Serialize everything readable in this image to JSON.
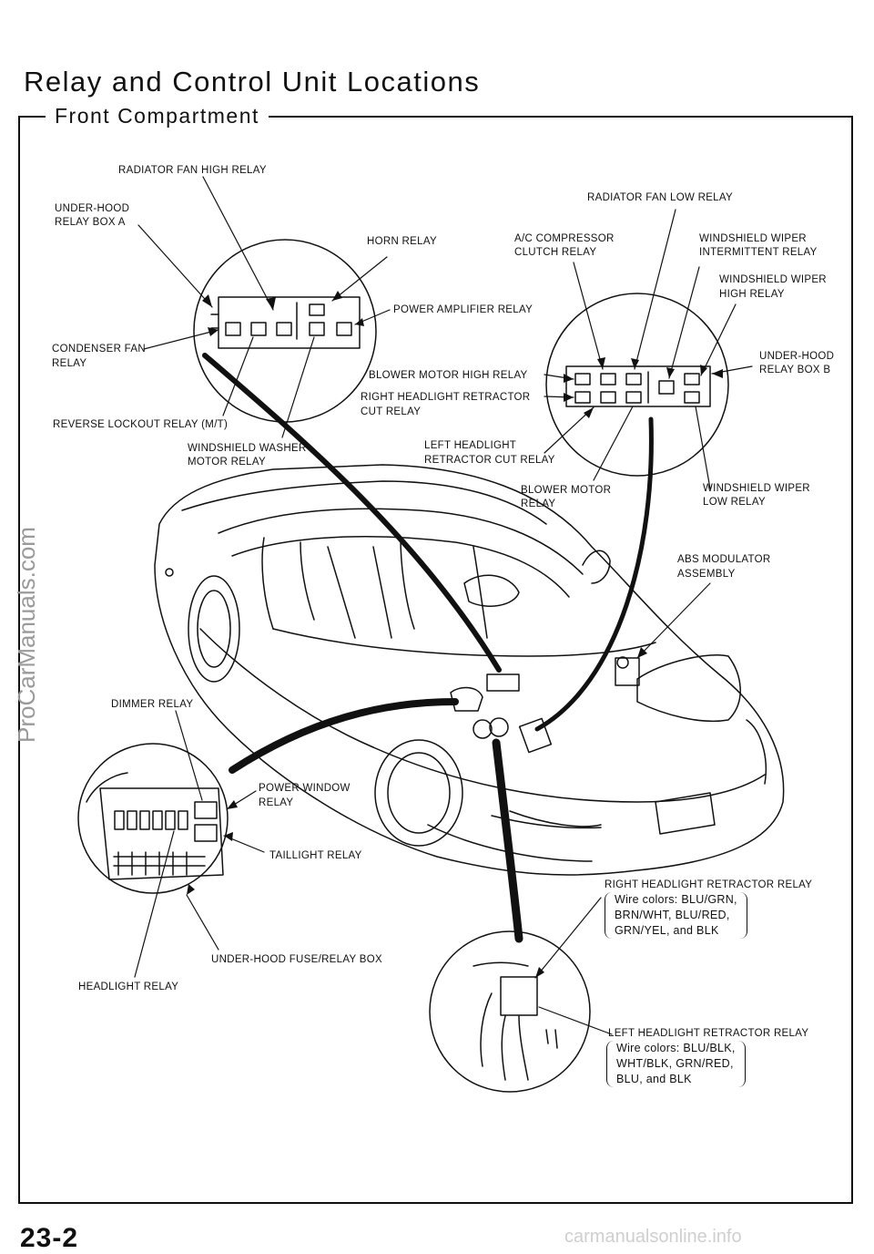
{
  "header": {
    "title": "Relay and Control Unit Locations",
    "section": "Front Compartment"
  },
  "labels": {
    "radiator_fan_high_relay": "RADIATOR FAN HIGH RELAY",
    "under_hood_relay_box_a_1": "UNDER-HOOD",
    "under_hood_relay_box_a_2": "RELAY BOX A",
    "horn_relay": "HORN RELAY",
    "power_amplifier_relay": "POWER AMPLIFIER RELAY",
    "condenser_fan_relay_1": "CONDENSER FAN",
    "condenser_fan_relay_2": "RELAY",
    "reverse_lockout_relay": "REVERSE LOCKOUT RELAY (M/T)",
    "windshield_washer_motor_relay_1": "WINDSHIELD WASHER",
    "windshield_washer_motor_relay_2": "MOTOR RELAY",
    "radiator_fan_low_relay": "RADIATOR FAN LOW RELAY",
    "ac_compressor_clutch_relay_1": "A/C COMPRESSOR",
    "ac_compressor_clutch_relay_2": "CLUTCH RELAY",
    "windshield_wiper_intermittent_relay_1": "WINDSHIELD WIPER",
    "windshield_wiper_intermittent_relay_2": "INTERMITTENT RELAY",
    "windshield_wiper_high_relay_1": "WINDSHIELD WIPER",
    "windshield_wiper_high_relay_2": "HIGH RELAY",
    "under_hood_relay_box_b_1": "UNDER-HOOD",
    "under_hood_relay_box_b_2": "RELAY BOX B",
    "blower_motor_high_relay": "BLOWER MOTOR HIGH RELAY",
    "right_headlight_retractor_cut_relay_1": "RIGHT HEADLIGHT RETRACTOR",
    "right_headlight_retractor_cut_relay_2": "CUT RELAY",
    "left_headlight_retractor_cut_relay_1": "LEFT HEADLIGHT",
    "left_headlight_retractor_cut_relay_2": "RETRACTOR CUT RELAY",
    "blower_motor_relay_1": "BLOWER MOTOR",
    "blower_motor_relay_2": "RELAY",
    "windshield_wiper_low_relay_1": "WINDSHIELD WIPER",
    "windshield_wiper_low_relay_2": "LOW RELAY",
    "abs_modulator_assembly_1": "ABS MODULATOR",
    "abs_modulator_assembly_2": "ASSEMBLY",
    "dimmer_relay": "DIMMER RELAY",
    "power_window_relay_1": "POWER WINDOW",
    "power_window_relay_2": "RELAY",
    "taillight_relay": "TAILLIGHT RELAY",
    "under_hood_fuse_relay_box": "UNDER-HOOD FUSE/RELAY BOX",
    "headlight_relay": "HEADLIGHT RELAY",
    "right_headlight_retractor_relay": "RIGHT HEADLIGHT RETRACTOR RELAY",
    "left_headlight_retractor_relay": "LEFT HEADLIGHT RETRACTOR RELAY"
  },
  "wire_colors": {
    "right_1": "Wire colors: BLU/GRN,",
    "right_2": "BRN/WHT, BLU/RED,",
    "right_3": "GRN/YEL, and BLK",
    "left_1": "Wire colors: BLU/BLK,",
    "left_2": "WHT/BLK, GRN/RED,",
    "left_3": "BLU, and BLK"
  },
  "footer": {
    "page_number": "23-2",
    "watermark": "ProCarManuals.com",
    "site": "carmanualsonline.info"
  }
}
